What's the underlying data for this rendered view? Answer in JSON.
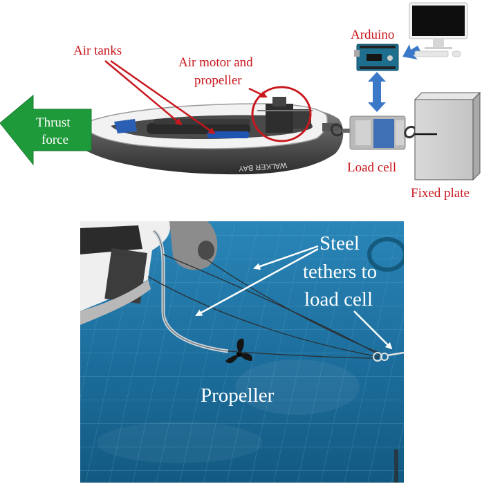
{
  "top_panel": {
    "thrust_label_line1": "Thrust",
    "thrust_label_line2": "force",
    "air_tanks_label": "Air tanks",
    "air_motor_line1": "Air motor and",
    "air_motor_line2": "propeller",
    "arduino_label": "Arduino",
    "load_cell_label": "Load cell",
    "fixed_plate_label": "Fixed plate",
    "boat_side_text": "WALKER BAY"
  },
  "bottom_panel": {
    "steel_line1": "Steel",
    "steel_line2": "tethers to",
    "steel_line3": "load cell",
    "propeller_label": "Propeller"
  },
  "colors": {
    "annotation_red": "#c8181e",
    "thrust_arrow_green": "#1f9a3a",
    "link_arrow_blue": "#3b78c8",
    "pool_water": "#1d6f9e",
    "plate_gray": "#d6d6d6"
  }
}
